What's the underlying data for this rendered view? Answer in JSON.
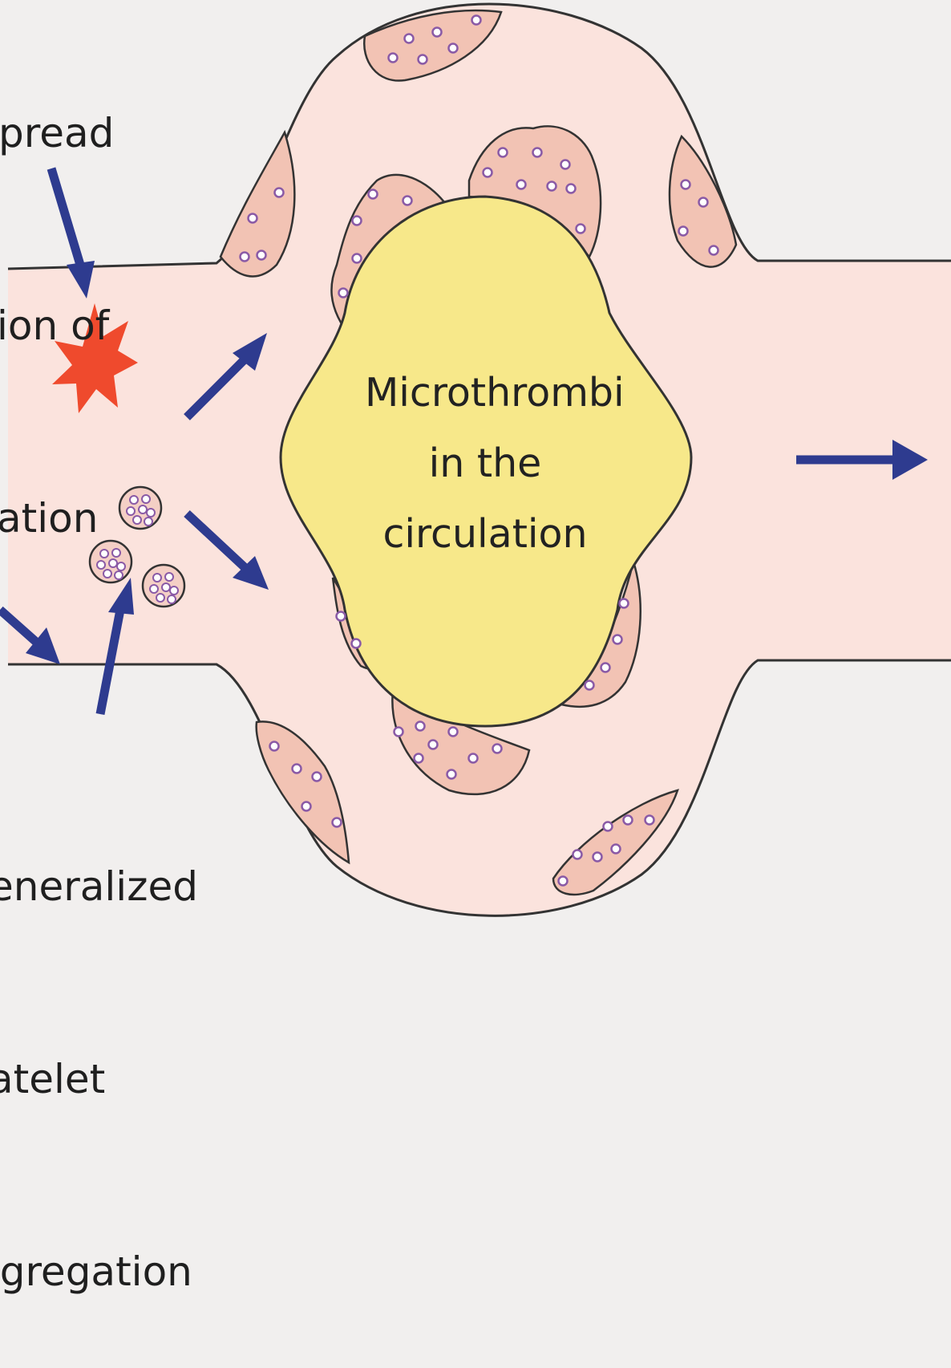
{
  "labels": {
    "top": [
      "pread",
      "ion of",
      "ation"
    ],
    "bottom": [
      "eneralized",
      "atelet",
      "ggregation"
    ]
  },
  "center": [
    "Microthrombi",
    "in the",
    "circulation"
  ],
  "colors": {
    "background": "#f1efee",
    "vessel": "#fbe3dd",
    "plaque": "#f2c3b4",
    "clot": "#f7e88a",
    "arrow": "#2e3b8f",
    "damage_star": "#ef4a2d",
    "dot": "#8a5aa6"
  },
  "icons": [
    "damage-star-icon",
    "platelet-icon",
    "arrow-icon"
  ]
}
